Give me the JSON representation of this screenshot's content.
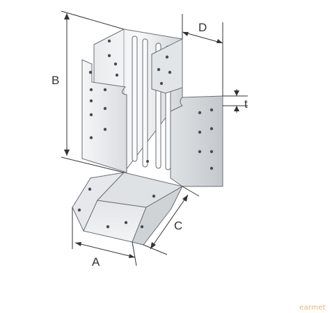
{
  "labels": {
    "A": "A",
    "B": "B",
    "C": "C",
    "D": "D",
    "t": "t"
  },
  "watermark": "earmet",
  "colors": {
    "metal_light": "#eceef0",
    "metal_mid": "#d6d9dc",
    "metal_dark": "#b9bdc1",
    "edge": "#6b6f73",
    "hole": "#4a4d50",
    "dim_line": "#333333"
  }
}
